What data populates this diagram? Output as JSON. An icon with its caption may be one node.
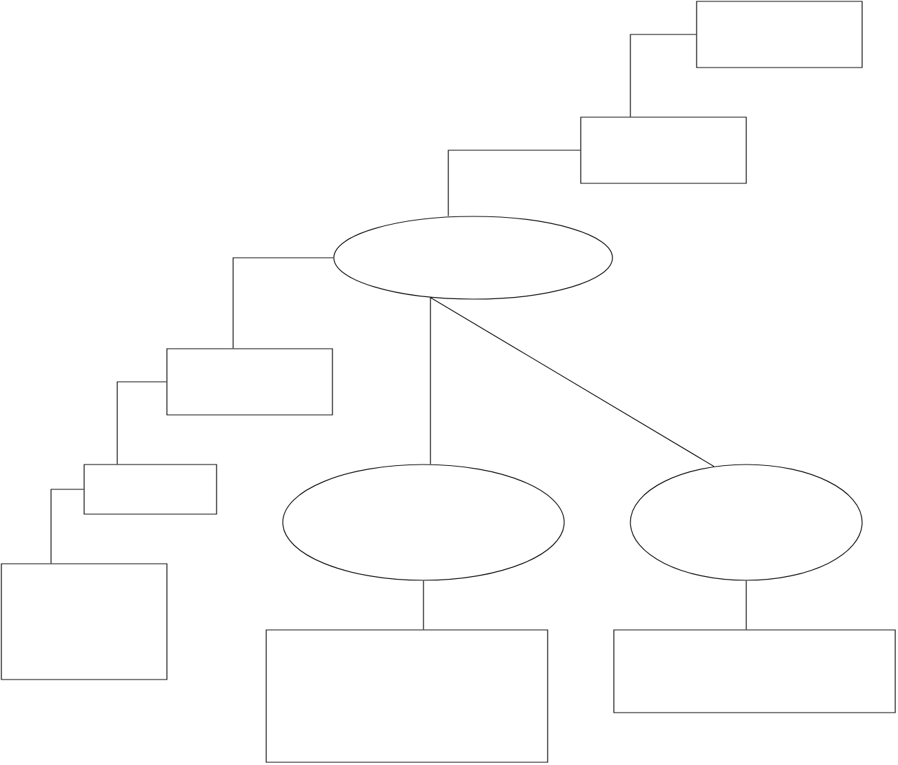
{
  "diagram": {
    "nodes": [
      {
        "text": [],
        "shape": "box"
      },
      {
        "text": [],
        "shape": "box"
      },
      {
        "text": [],
        "shape": "ellipse"
      },
      {
        "text": [],
        "shape": "box"
      },
      {
        "text": [],
        "shape": "box"
      },
      {
        "text": [],
        "shape": "box"
      },
      {
        "text": [],
        "shape": "ellipse"
      },
      {
        "text": [],
        "shape": "ellipse"
      },
      {
        "text": [],
        "shape": "box"
      },
      {
        "text": [],
        "shape": "box"
      }
    ],
    "edges": [
      {
        "from": 0,
        "to": 1,
        "arrow": "none"
      },
      {
        "from": 1,
        "to": 2,
        "arrow": "none"
      },
      {
        "from": 2,
        "to": 3,
        "arrow": "none"
      },
      {
        "from": 3,
        "to": 4,
        "arrow": "none"
      },
      {
        "from": 4,
        "to": 5,
        "arrow": "none"
      },
      {
        "from": 2,
        "to": 6,
        "arrow": "none"
      },
      {
        "from": 2,
        "to": 7,
        "arrow": "none"
      },
      {
        "from": 6,
        "to": 8,
        "arrow": "none"
      },
      {
        "from": 7,
        "to": 9,
        "arrow": "none"
      }
    ]
  }
}
